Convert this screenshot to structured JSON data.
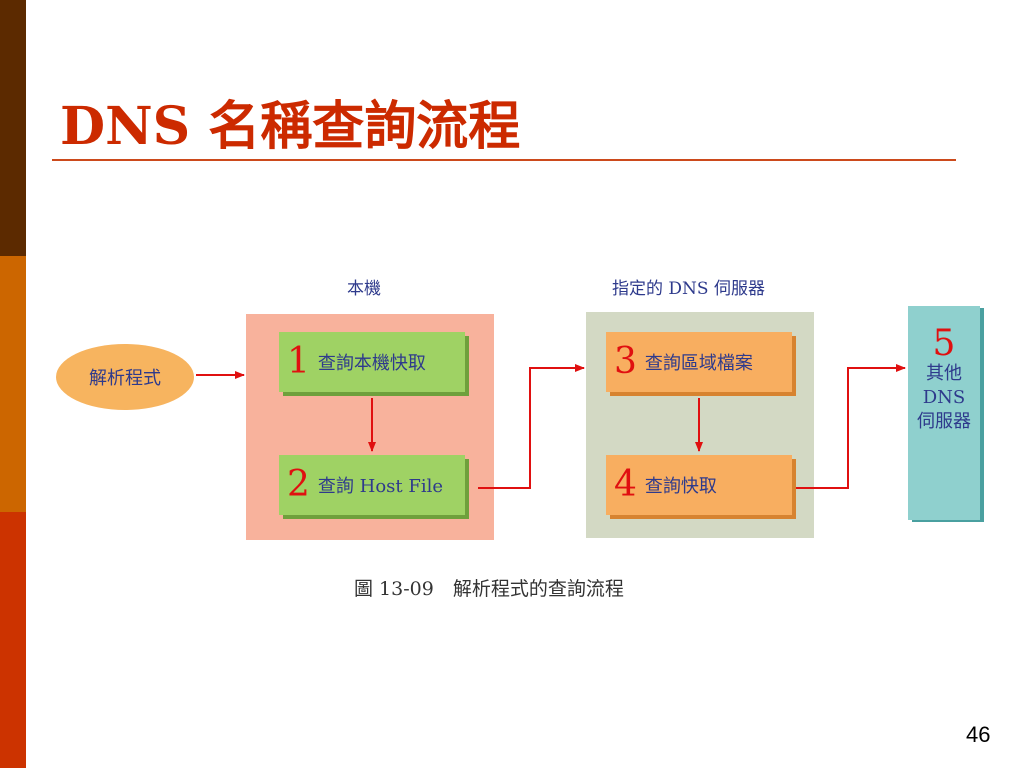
{
  "slide": {
    "title": "DNS 名稱查詢流程",
    "page_number": "46"
  },
  "diagram": {
    "groups": {
      "local": "本機",
      "dns_server": "指定的 DNS 伺服器"
    },
    "resolver": "解析程式",
    "steps": [
      {
        "num": "1",
        "label": "查詢本機快取"
      },
      {
        "num": "2",
        "label": "查詢 Host File"
      },
      {
        "num": "3",
        "label": "查詢區域檔案"
      },
      {
        "num": "4",
        "label": "查詢快取"
      }
    ],
    "other_servers": {
      "num": "5",
      "label": "其他DNS伺服器"
    },
    "caption": "圖 13-09　解析程式的查詢流程"
  },
  "colors": {
    "title": "#cc2a00",
    "arrow": "#e01010",
    "label_text": "#2e3a8c"
  }
}
